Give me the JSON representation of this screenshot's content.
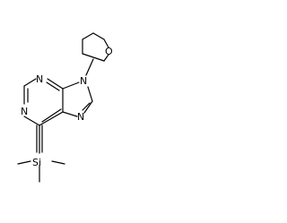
{
  "structure": {
    "atoms": {
      "pyran_oxygen": "O",
      "n9": "N",
      "n7": "N",
      "n3": "N",
      "n1": "N",
      "silicon": "Si"
    }
  },
  "colors": {
    "bond": "#000000",
    "label": "#000000",
    "background": "#ffffff"
  }
}
